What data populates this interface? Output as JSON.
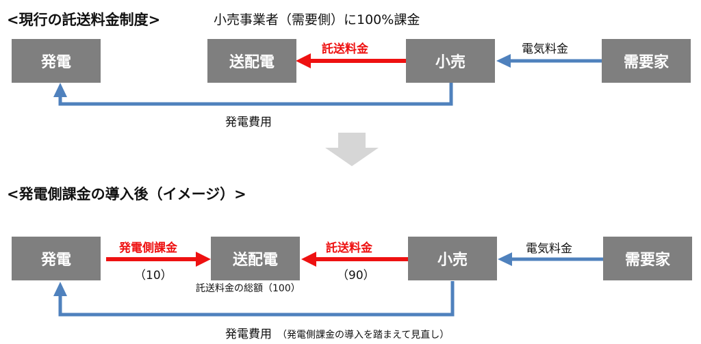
{
  "section1": {
    "heading": "<現行の託送料金制度>",
    "subheading": "小売事業者（需要側）に100%課金",
    "nodes": {
      "hatsuden": "発電",
      "soudenden": "送配電",
      "kouri": "小売",
      "juyouka": "需要家"
    },
    "labels": {
      "takuso": "託送料金",
      "denki": "電気料金",
      "hatsuden_hiyou": "発電費用"
    }
  },
  "section2": {
    "heading": "<発電側課金の導入後（イメージ）>",
    "nodes": {
      "hatsuden": "発電",
      "soudenden": "送配電",
      "kouri": "小売",
      "juyouka": "需要家"
    },
    "labels": {
      "hatsuden_kakin": "発電側課金",
      "hatsuden_kakin_value": "（10）",
      "takuso": "託送料金",
      "takuso_value": "（90）",
      "total": "託送料金の総額（100）",
      "denki": "電気料金",
      "hatsuden_hiyou": "発電費用",
      "hatsuden_hiyou_note": "（発電側課金の導入を踏まえて見直し）"
    }
  },
  "colors": {
    "box": "#7f7f7f",
    "red_arrow": "#ee1111",
    "blue_arrow": "#4f81bd",
    "transition_arrow": "#d6d6d6"
  }
}
